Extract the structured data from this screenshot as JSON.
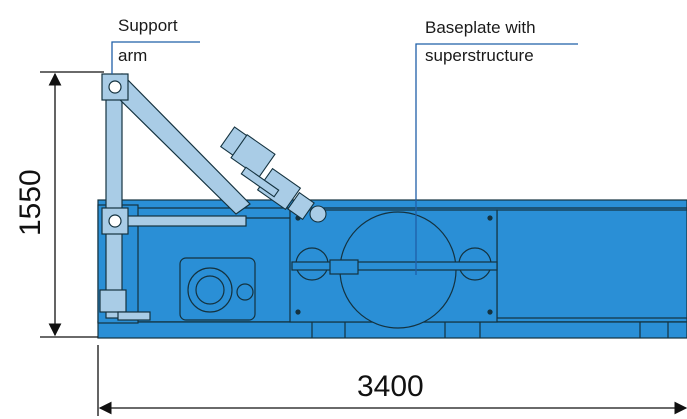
{
  "labels": {
    "support_arm": [
      "Support",
      "arm"
    ],
    "baseplate": [
      "Baseplate with",
      "superstructure"
    ]
  },
  "dimensions": {
    "height": "1550",
    "length": "3400"
  },
  "colors": {
    "frame_blue": "#2a8fd6",
    "frame_stroke": "#14323f",
    "arm_light": "#a9cce6",
    "leader_line": "#1f5fa8",
    "dim_line": "#111111"
  }
}
